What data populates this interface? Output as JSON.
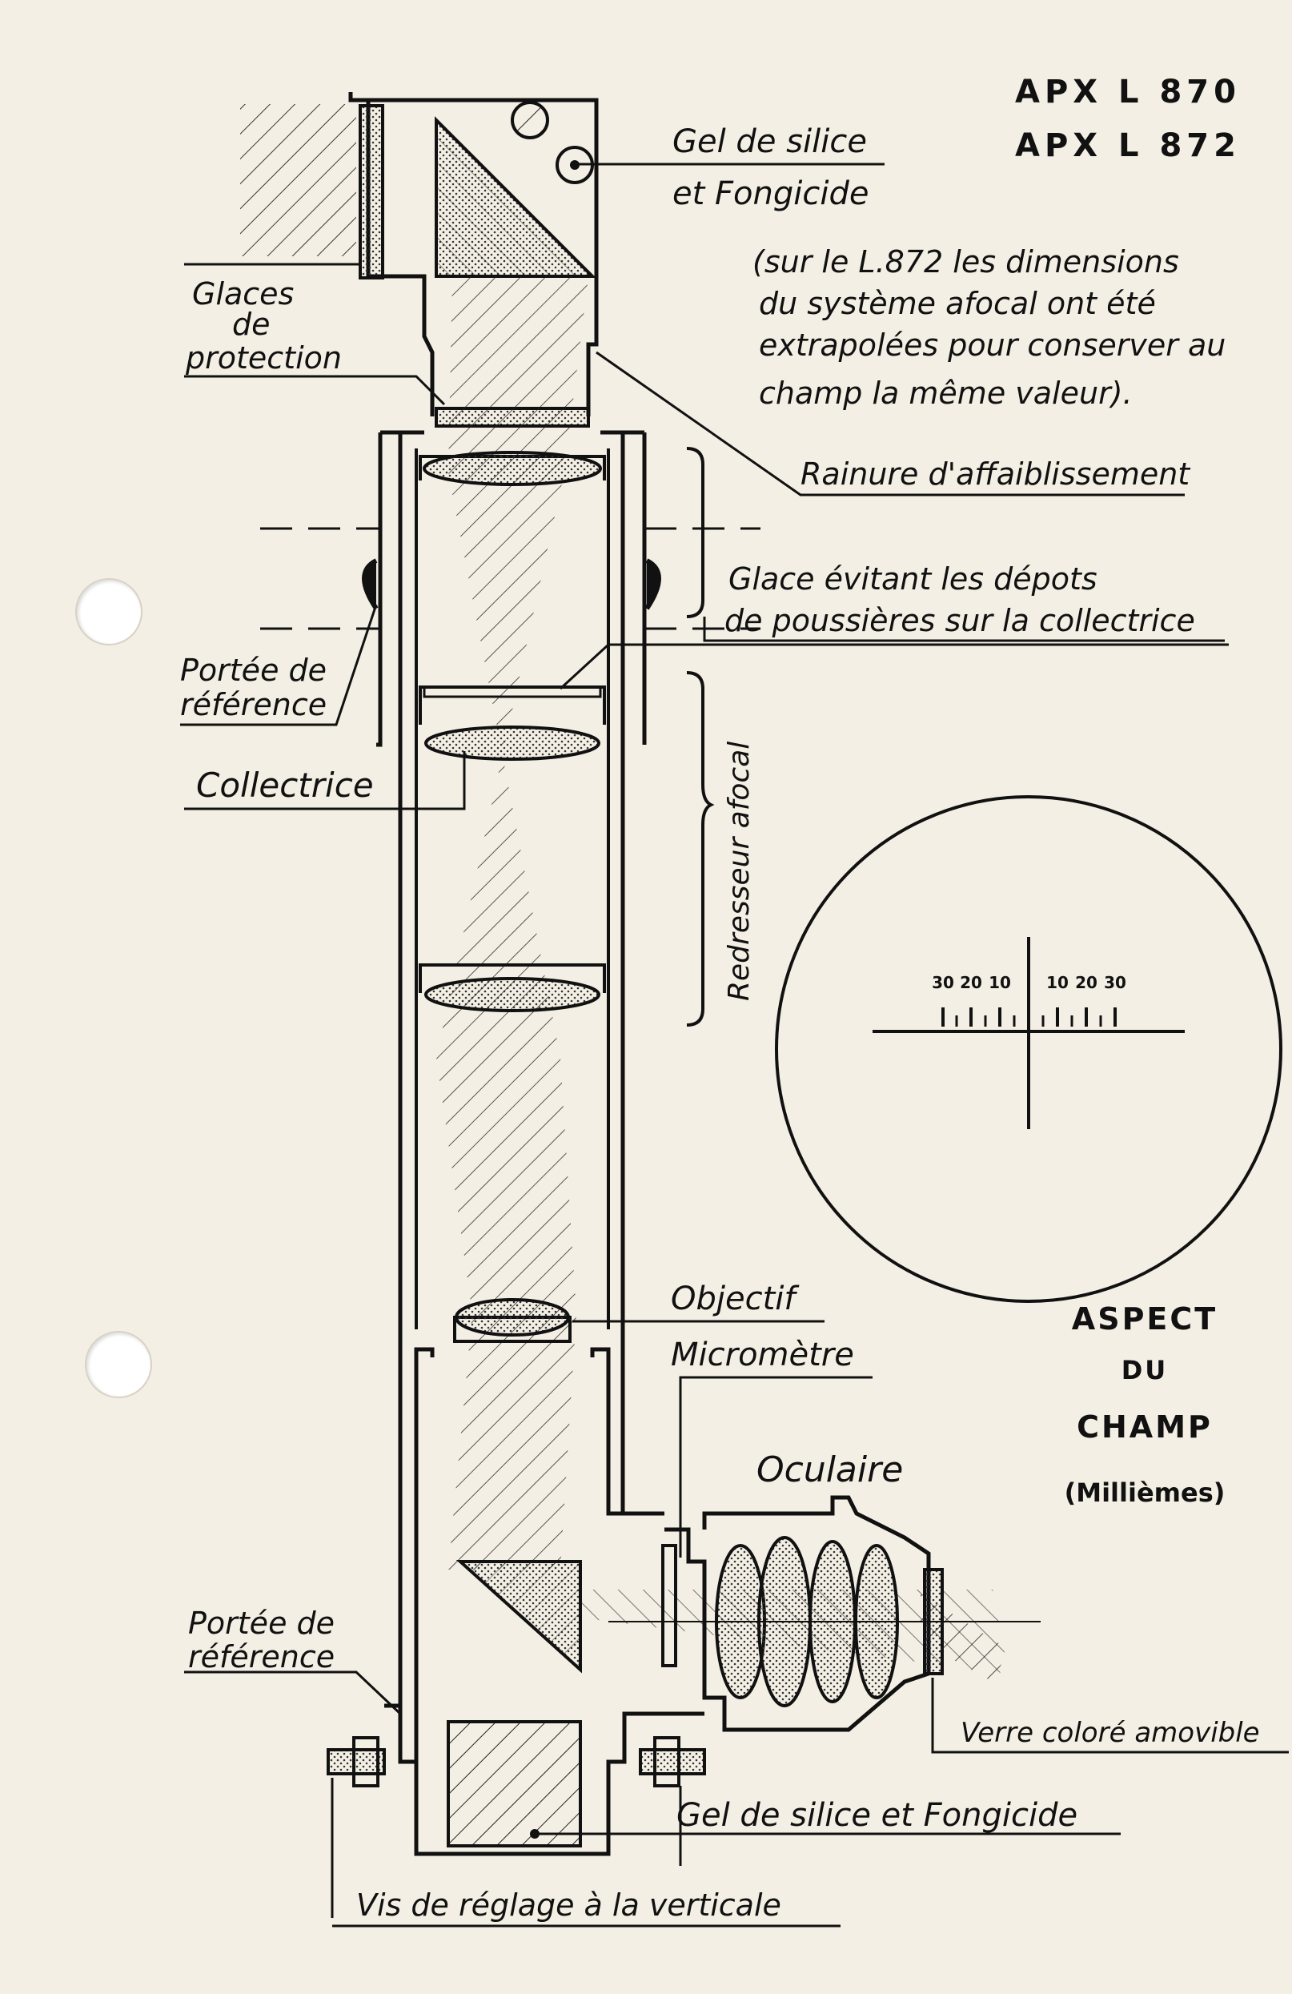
{
  "models": [
    "APX L 870",
    "APX L 872"
  ],
  "labels": {
    "gel_top_1": "Gel de silice",
    "gel_top_2": "et Fongicide",
    "note_1": "(sur le L.872 les dimensions",
    "note_2": "du système afocal ont été",
    "note_3": "extrapolées pour conserver au",
    "note_4": "champ la même valeur).",
    "glaces_1": "Glaces",
    "glaces_2": "de",
    "glaces_3": "protection",
    "rainure": "Rainure d'affaiblissement",
    "glace_evitant_1": "Glace évitant les dépots",
    "glace_evitant_2": "de poussières sur la collectrice",
    "portee_top_1": "Portée de",
    "portee_top_2": "référence",
    "collectrice": "Collectrice",
    "redresseur": "Redresseur afocal",
    "objectif": "Objectif",
    "micrometre": "Micromètre",
    "oculaire": "Oculaire",
    "portee_bot_1": "Portée de",
    "portee_bot_2": "référence",
    "verre": "Verre coloré amovible",
    "gel_bot": "Gel de silice et Fongicide",
    "vis": "Vis de réglage à la verticale"
  },
  "field_view": {
    "title_1": "ASPECT",
    "title_2": "DU",
    "title_3": "CHAMP",
    "unit": "(Millièmes)",
    "left_ticks": [
      "30",
      "20",
      "10"
    ],
    "right_ticks": [
      "10",
      "20",
      "30"
    ]
  }
}
